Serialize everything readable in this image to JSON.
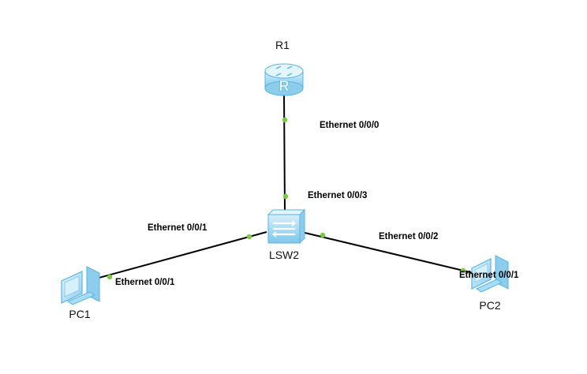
{
  "devices": {
    "r1": {
      "label": "R1",
      "type": "router",
      "icon": "router-icon"
    },
    "lsw2": {
      "label": "LSW2",
      "type": "switch",
      "icon": "switch-icon"
    },
    "pc1": {
      "label": "PC1",
      "type": "pc",
      "icon": "pc-icon"
    },
    "pc2": {
      "label": "PC2",
      "type": "pc",
      "icon": "pc-icon"
    }
  },
  "links": [
    {
      "name": "link-r1-lsw2",
      "from": "r1",
      "to": "lsw2",
      "from_port": "Ethernet 0/0/0",
      "to_port": "Ethernet 0/0/3"
    },
    {
      "name": "link-lsw2-pc1",
      "from": "lsw2",
      "to": "pc1",
      "from_port": "Ethernet 0/0/1",
      "to_port": "Ethernet 0/0/1"
    },
    {
      "name": "link-lsw2-pc2",
      "from": "lsw2",
      "to": "pc2",
      "from_port": "Ethernet 0/0/2",
      "to_port": "Ethernet 0/0/1"
    }
  ],
  "colors": {
    "link": "#000000",
    "port_dot": "#7ac943",
    "device_fill": "#a9dcf5",
    "device_stroke": "#5ab3e0"
  }
}
